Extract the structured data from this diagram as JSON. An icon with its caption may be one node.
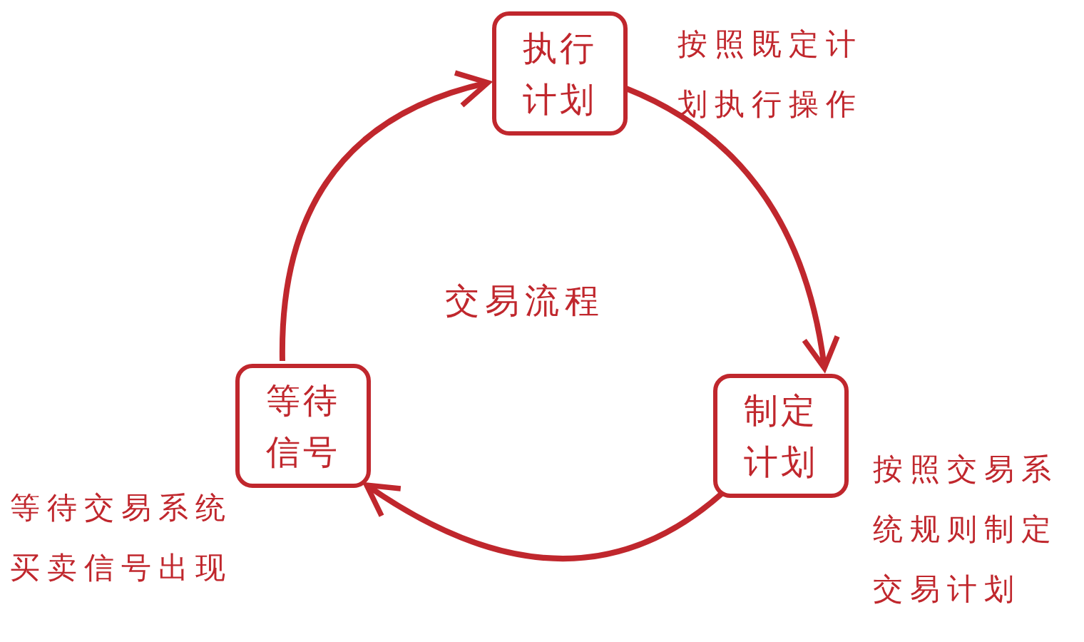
{
  "diagram": {
    "title": "交易流程",
    "nodes": [
      {
        "text": [
          "执行计划"
        ],
        "beside": [
          "按照既定计划执行操作"
        ]
      },
      {
        "text": [
          "制定计划"
        ],
        "beside": [
          "按照交易系统规则制定交易计划"
        ]
      },
      {
        "text": [
          "等待信号"
        ],
        "beside": [
          "等待交易系统买卖信号出现"
        ]
      }
    ],
    "edges": [
      {
        "from": 0,
        "to": 1,
        "arrow": "to"
      },
      {
        "from": 1,
        "to": 2,
        "arrow": "to"
      },
      {
        "from": 2,
        "to": 0,
        "arrow": "to"
      }
    ]
  }
}
